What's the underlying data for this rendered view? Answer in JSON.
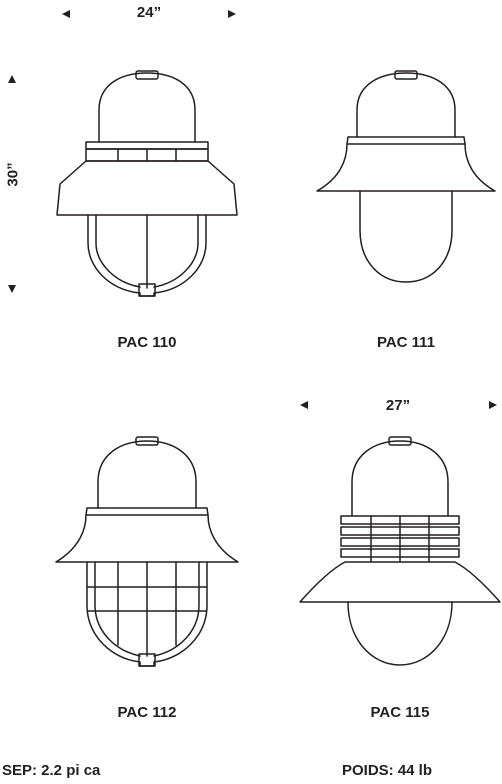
{
  "dimensions": {
    "top_width": "24”",
    "height": "30”",
    "lower_width": "27”"
  },
  "fixtures": [
    {
      "model": "PAC 110"
    },
    {
      "model": "PAC 111"
    },
    {
      "model": "PAC 112"
    },
    {
      "model": "PAC 115"
    }
  ],
  "footer": {
    "sep": "SEP: 2.2 pi ca",
    "weight": "POIDS: 44 lb"
  },
  "colors": {
    "line": "#231f20",
    "background": "#ffffff"
  }
}
